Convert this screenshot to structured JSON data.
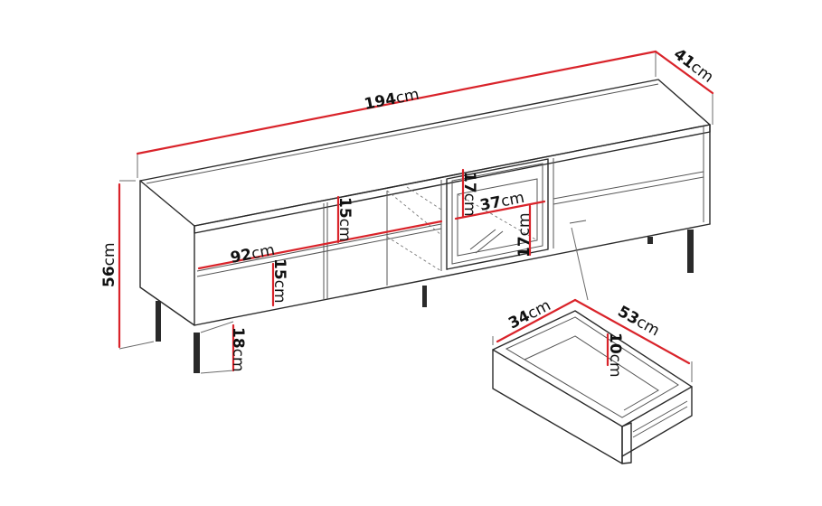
{
  "unit": "cm",
  "dimensions": {
    "width": "194",
    "depth": "41",
    "height": "56",
    "leg_height": "18",
    "drawer_front_width": "92",
    "upper_drawer_height": "15",
    "lower_drawer_height": "15",
    "glass_top_height": "17",
    "glass_width": "37",
    "glass_side_height": "17",
    "drawer_depth": "34",
    "drawer_width": "53",
    "drawer_inner_height": "10"
  }
}
